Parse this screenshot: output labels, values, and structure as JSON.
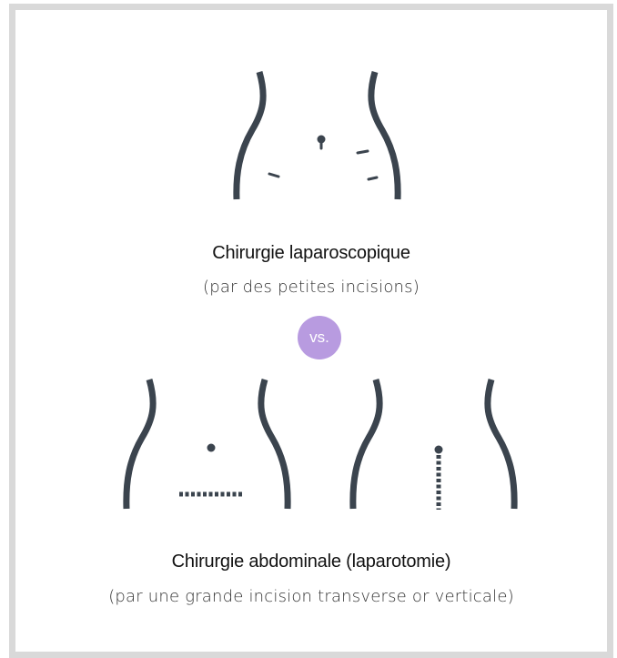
{
  "colors": {
    "stroke": "#3b444e",
    "badge": "#b89be0",
    "border": "#d9d9d9"
  },
  "laparoscopy": {
    "title": "Chirurgie laparoscopique",
    "subtitle": "(par des petites incisions)"
  },
  "versus": {
    "label": "vs."
  },
  "laparotomy": {
    "title": "Chirurgie abdominale (laparotomie)",
    "subtitle": "(par une grande incision transverse or verticale)"
  }
}
